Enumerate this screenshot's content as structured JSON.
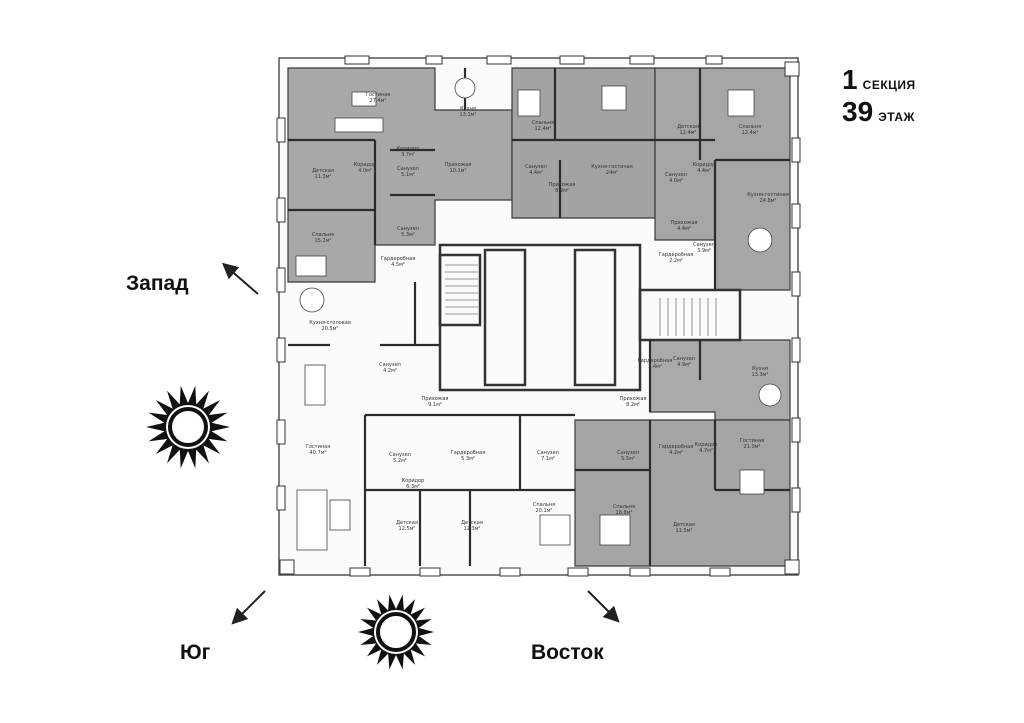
{
  "header": {
    "section_number": "1",
    "section_word": "СЕКЦИЯ",
    "floor_number": "39",
    "floor_word": "ЭТАЖ"
  },
  "directions": {
    "west": "Запад",
    "south": "Юг",
    "east": "Восток"
  },
  "rooms": [
    {
      "name": "Гостиная",
      "area": "27.4м²"
    },
    {
      "name": "Кухня",
      "area": "13.1м²"
    },
    {
      "name": "Спальня",
      "area": "12.4м²"
    },
    {
      "name": "Детская",
      "area": "12.4м²"
    },
    {
      "name": "Спальня",
      "area": "12.4м²"
    },
    {
      "name": "Коридор",
      "area": "3.7м²"
    },
    {
      "name": "Детская",
      "area": "11.3м²"
    },
    {
      "name": "Коридор",
      "area": "4.0м²"
    },
    {
      "name": "Санузел",
      "area": "5.1м²"
    },
    {
      "name": "Прихожая",
      "area": "10.1м²"
    },
    {
      "name": "Санузел",
      "area": "4.4м²"
    },
    {
      "name": "Прихожая",
      "area": "8.9м²"
    },
    {
      "name": "Кухня-гостиная",
      "area": "24м²"
    },
    {
      "name": "Санузел",
      "area": "4.0м²"
    },
    {
      "name": "Коридор",
      "area": "4.4м²"
    },
    {
      "name": "Кухня-гостиная",
      "area": "24.8м²"
    },
    {
      "name": "Спальня",
      "area": "15.2м²"
    },
    {
      "name": "Санузел",
      "area": "5.3м²"
    },
    {
      "name": "Гардеробная",
      "area": "4.5м²"
    },
    {
      "name": "Прихожая",
      "area": "4.4м²"
    },
    {
      "name": "Санузел",
      "area": "3.9м²"
    },
    {
      "name": "Гардеробная",
      "area": "2.2м²"
    },
    {
      "name": "Кухня-столовая",
      "area": "20.5м²"
    },
    {
      "name": "Санузел",
      "area": "4.2м²"
    },
    {
      "name": "Гардеробная",
      "area": "3.4м²"
    },
    {
      "name": "Санузел",
      "area": "4.9м²"
    },
    {
      "name": "Кухня",
      "area": "13.3м²"
    },
    {
      "name": "Прихожая",
      "area": "9.1м²"
    },
    {
      "name": "Прихожая",
      "area": "8.2м²"
    },
    {
      "name": "Гостиная",
      "area": "40.7м²"
    },
    {
      "name": "Санузел",
      "area": "5.2м²"
    },
    {
      "name": "Гардеробная",
      "area": "5.3м²"
    },
    {
      "name": "Санузел",
      "area": "7.1м²"
    },
    {
      "name": "Санузел",
      "area": "5.5м²"
    },
    {
      "name": "Гардеробная",
      "area": "4.2м²"
    },
    {
      "name": "Коридор",
      "area": "4.7м²"
    },
    {
      "name": "Гостиная",
      "area": "21.0м²"
    },
    {
      "name": "Коридор",
      "area": "6.3м²"
    },
    {
      "name": "Спальня",
      "area": "20.1м²"
    },
    {
      "name": "Спальня",
      "area": "18.8м²"
    },
    {
      "name": "Детская",
      "area": "12.5м²"
    },
    {
      "name": "Детская",
      "area": "12.3м²"
    },
    {
      "name": "Детская",
      "area": "11.5м²"
    }
  ]
}
